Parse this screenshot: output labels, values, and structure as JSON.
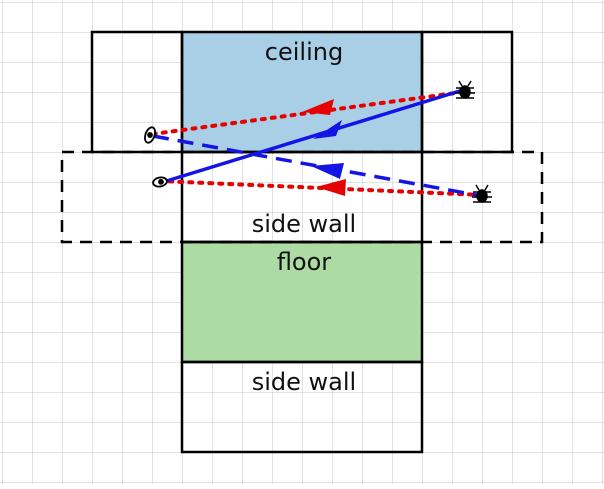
{
  "labels": {
    "ceiling": "ceiling",
    "side_wall_top": "side wall",
    "floor": "floor",
    "side_wall_bottom": "side wall"
  },
  "colors": {
    "ceiling_fill": "#a8cfe6",
    "floor_fill": "#acdba4",
    "grid": "#c4c4c4",
    "outline": "#000000",
    "direct_path": "#1414e6",
    "reflected_path": "#e60000",
    "unfolded_wall": "#000000"
  },
  "icons": {
    "source": "bug-icon",
    "target": "eye-icon"
  }
}
